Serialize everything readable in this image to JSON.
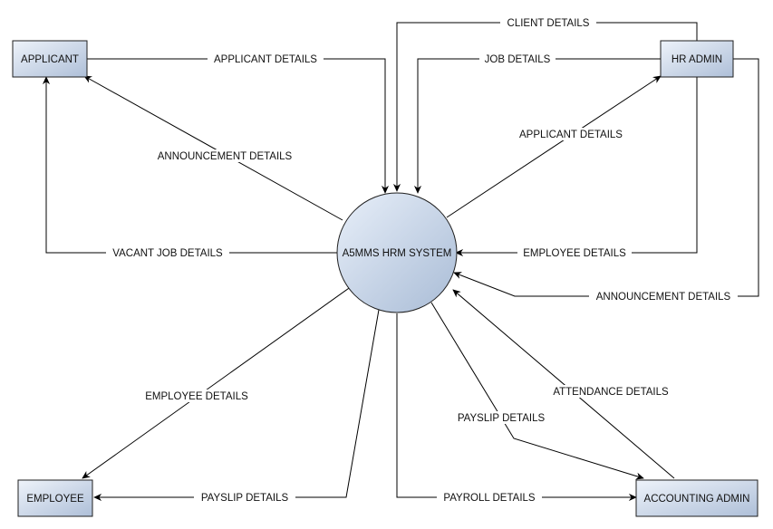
{
  "system": {
    "label": "A5MMS HRM SYSTEM"
  },
  "entities": {
    "applicant": "APPLICANT",
    "hr_admin": "HR ADMIN",
    "employee": "EMPLOYEE",
    "accounting_admin": "ACCOUNTING ADMIN"
  },
  "flows": {
    "client_details": "CLIENT DETAILS",
    "applicant_details_to_system": "APPLICANT DETAILS",
    "job_details": "JOB DETAILS",
    "applicant_details_to_hr": "APPLICANT DETAILS",
    "announcement_details_to_applicant": "ANNOUNCEMENT DETAILS",
    "vacant_job_details": "VACANT JOB DETAILS",
    "employee_details_to_system": "EMPLOYEE DETAILS",
    "announcement_details_to_system": "ANNOUNCEMENT DETAILS",
    "employee_details_to_employee": "EMPLOYEE DETAILS",
    "payslip_details_to_employee": "PAYSLIP DETAILS",
    "payroll_details": "PAYROLL DETAILS",
    "payslip_details_to_accounting": "PAYSLIP DETAILS",
    "attendance_details": "ATTENDANCE DETAILS"
  },
  "colors": {
    "fill_light": "#eef3fa",
    "fill_dark": "#aebfd8",
    "stroke": "#000000"
  }
}
